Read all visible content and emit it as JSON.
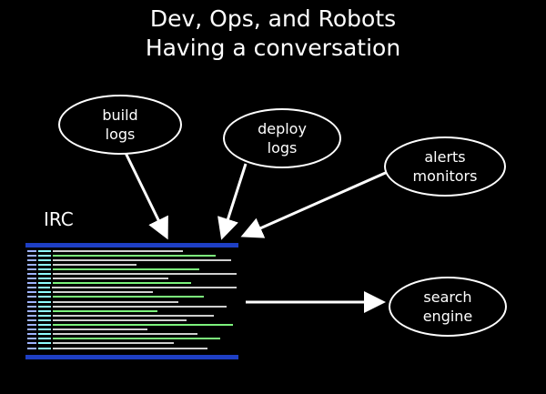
{
  "title": {
    "line1": "Dev, Ops, and Robots",
    "line2": "Having a conversation"
  },
  "nodes": {
    "build": {
      "line1": "build",
      "line2": "logs"
    },
    "deploy": {
      "line1": "deploy",
      "line2": "logs"
    },
    "alerts": {
      "line1": "alerts",
      "line2": "monitors"
    },
    "search": {
      "line1": "search",
      "line2": "engine"
    },
    "irc": "IRC"
  },
  "colors": {
    "background": "#000000",
    "foreground": "#ffffff",
    "irc_bar": "#1e3fc4"
  }
}
